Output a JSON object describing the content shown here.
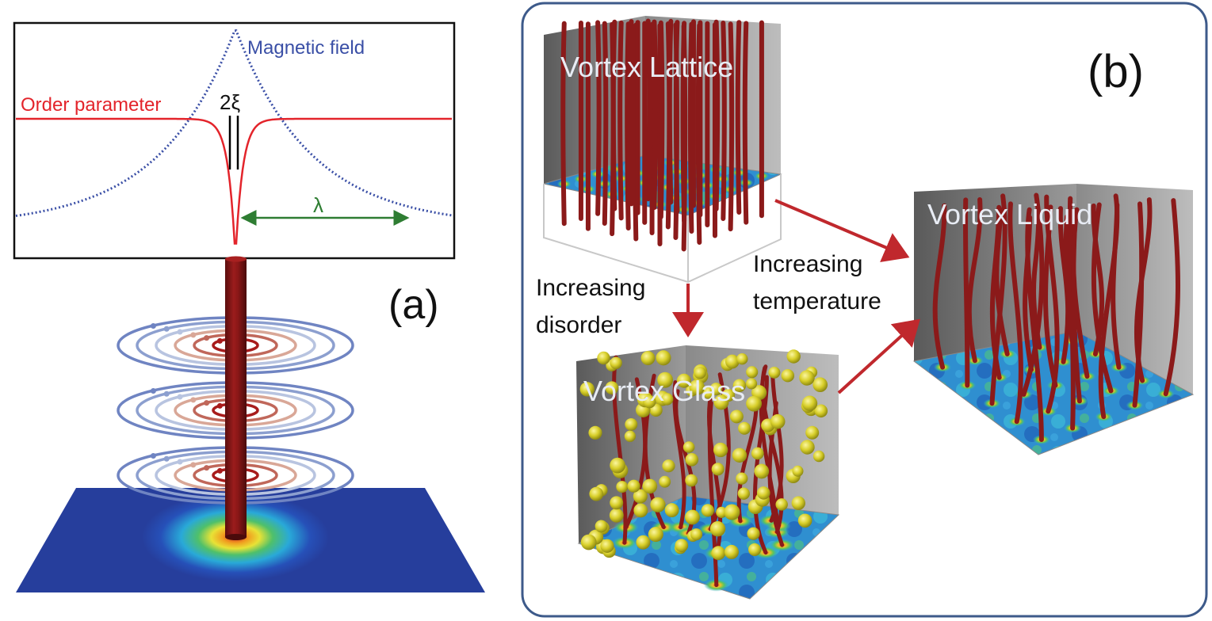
{
  "panel_a": {
    "plot": {
      "magnetic_label": "Magnetic field",
      "order_label": "Order parameter",
      "xi_label": "2ξ",
      "lambda_label": "λ"
    },
    "panel_label": "(a)"
  },
  "panel_b": {
    "panel_label": "(b)",
    "lattice_label": "Vortex Lattice",
    "liquid_label": "Vortex Liquid",
    "glass_label": "Vortex Glass",
    "disorder_text": [
      "Increasing",
      "disorder"
    ],
    "temperature_text": [
      "Increasing",
      "temperature"
    ]
  },
  "colors": {
    "order_parameter": "#e3242b",
    "magnetic_field": "#3a4fa6",
    "lambda_arrow": "#2e7d32",
    "vortex": "#8b1a1a",
    "panel_border": "#3d5a8a",
    "arrow_red": "#c0282d"
  }
}
